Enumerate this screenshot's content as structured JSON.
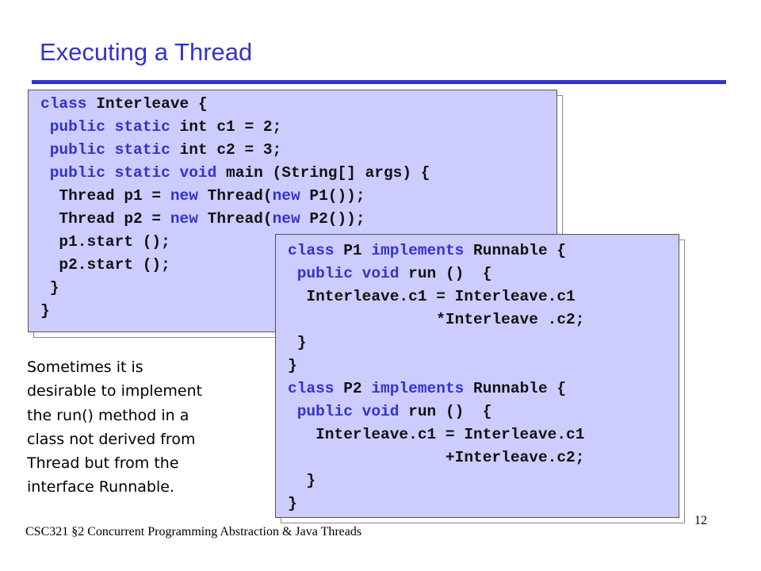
{
  "slide": {
    "title": "Executing a Thread",
    "footer": "CSC321 §2 Concurrent Programming Abstraction & Java Threads",
    "page_number": "12"
  },
  "code_main": {
    "lines": [
      [
        {
          "t": "class",
          "k": true
        },
        {
          "t": " Interleave {"
        }
      ],
      [
        {
          "t": " public static",
          "k": true
        },
        {
          "t": " int c1 = 2;"
        }
      ],
      [
        {
          "t": " public static",
          "k": true
        },
        {
          "t": " int c2 = 3;"
        }
      ],
      [
        {
          "t": " public static void",
          "k": true
        },
        {
          "t": " main (String[] args) {"
        }
      ],
      [
        {
          "t": "  Thread p1 = "
        },
        {
          "t": "new",
          "k": true
        },
        {
          "t": " Thread("
        },
        {
          "t": "new",
          "k": true
        },
        {
          "t": " P1());"
        }
      ],
      [
        {
          "t": "  Thread p2 = "
        },
        {
          "t": "new",
          "k": true
        },
        {
          "t": " Thread("
        },
        {
          "t": "new",
          "k": true
        },
        {
          "t": " P2());"
        }
      ],
      [
        {
          "t": "  p1.start ();"
        }
      ],
      [
        {
          "t": "  p2.start ();"
        }
      ],
      [
        {
          "t": " }"
        }
      ],
      [
        {
          "t": "}"
        }
      ]
    ]
  },
  "code_runnable": {
    "lines": [
      [
        {
          "t": "class",
          "k": true
        },
        {
          "t": " P1 "
        },
        {
          "t": "implements",
          "k": true
        },
        {
          "t": " Runnable {"
        }
      ],
      [
        {
          "t": " public void",
          "k": true
        },
        {
          "t": " run ()  {"
        }
      ],
      [
        {
          "t": "  Interleave.c1 = Interleave.c1"
        }
      ],
      [
        {
          "t": "                *Interleave .c2;"
        }
      ],
      [
        {
          "t": " }"
        }
      ],
      [
        {
          "t": "}"
        }
      ],
      [
        {
          "t": "class",
          "k": true
        },
        {
          "t": " P2 "
        },
        {
          "t": "implements",
          "k": true
        },
        {
          "t": " Runnable {"
        }
      ],
      [
        {
          "t": " public void",
          "k": true
        },
        {
          "t": " run ()  {"
        }
      ],
      [
        {
          "t": "   Interleave.c1 = Interleave.c1"
        }
      ],
      [
        {
          "t": "                 +Interleave.c2;"
        }
      ],
      [
        {
          "t": "  }"
        }
      ],
      [
        {
          "t": "}"
        }
      ]
    ]
  },
  "side_note": {
    "lines": [
      "Sometimes it is",
      "desirable  to implement",
      "the run() method in a",
      "class not derived from",
      "Thread but from the",
      "interface Runnable."
    ]
  },
  "colors": {
    "accent": "#3333cc",
    "code_background": "#ccccff",
    "keyword": "#3333cc"
  }
}
